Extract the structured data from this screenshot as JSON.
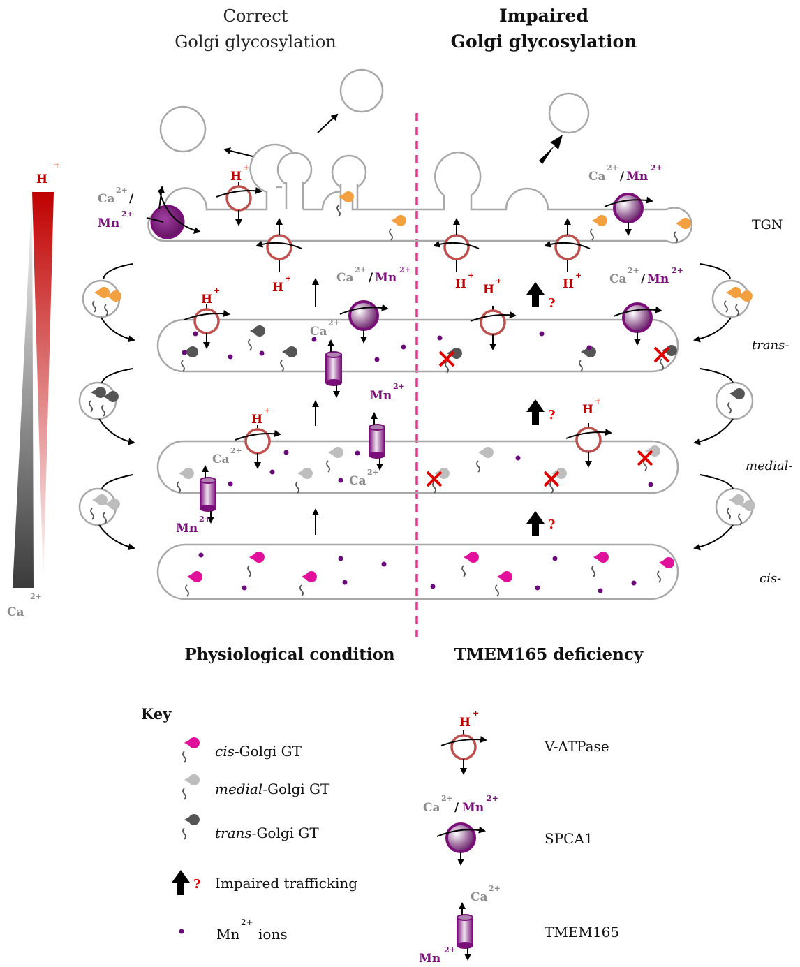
{
  "headers": {
    "left_line1": "Correct",
    "left_line2": "Golgi glycosylation",
    "right_line1": "Impaired",
    "right_line2": "Golgi glycosylation"
  },
  "levels": {
    "tgn": "TGN",
    "trans": "trans-",
    "medial": "medial-",
    "cis": "cis-"
  },
  "gradient": {
    "h_label": "H",
    "h_sup": "+",
    "ca_label": "Ca",
    "ca_sup": "2+",
    "colors": {
      "h": "#c00000",
      "ca": "#3a3a3a"
    }
  },
  "conditions": {
    "left": "Physiological condition",
    "right": "TMEM165 deficiency"
  },
  "ions": {
    "h": "H",
    "h_sup": "+",
    "ca": "Ca",
    "ca_sup": "2+",
    "mn": "Mn",
    "mn_sup": "2+",
    "slash": "/",
    "question": "?"
  },
  "key": {
    "title": "Key",
    "cis_gt_prefix": "cis-",
    "cis_gt_rest": "Golgi GT",
    "medial_gt_prefix": "medial-",
    "medial_gt_rest": "Golgi GT",
    "trans_gt_prefix": "trans-",
    "trans_gt_rest": "Golgi GT",
    "impaired": "Impaired trafficking",
    "mn_ions_pre": "Mn",
    "mn_ions_sup": "2+",
    "mn_ions_post": "ions",
    "v_atpase": "V-ATPase",
    "spca1": "SPCA1",
    "tmem165": "TMEM165"
  },
  "colors": {
    "cis_gt": "#e0109a",
    "medial_gt": "#bdbdbd",
    "trans_gt": "#555555",
    "tgn_gt": "#f2a040",
    "v_atpase": "#c0504d",
    "spca1": "#7a0f7a",
    "mn_dot": "#6a0a7a",
    "divider": "#e8338a",
    "cross": "#e00000",
    "membrane": "#a8a8a8"
  }
}
